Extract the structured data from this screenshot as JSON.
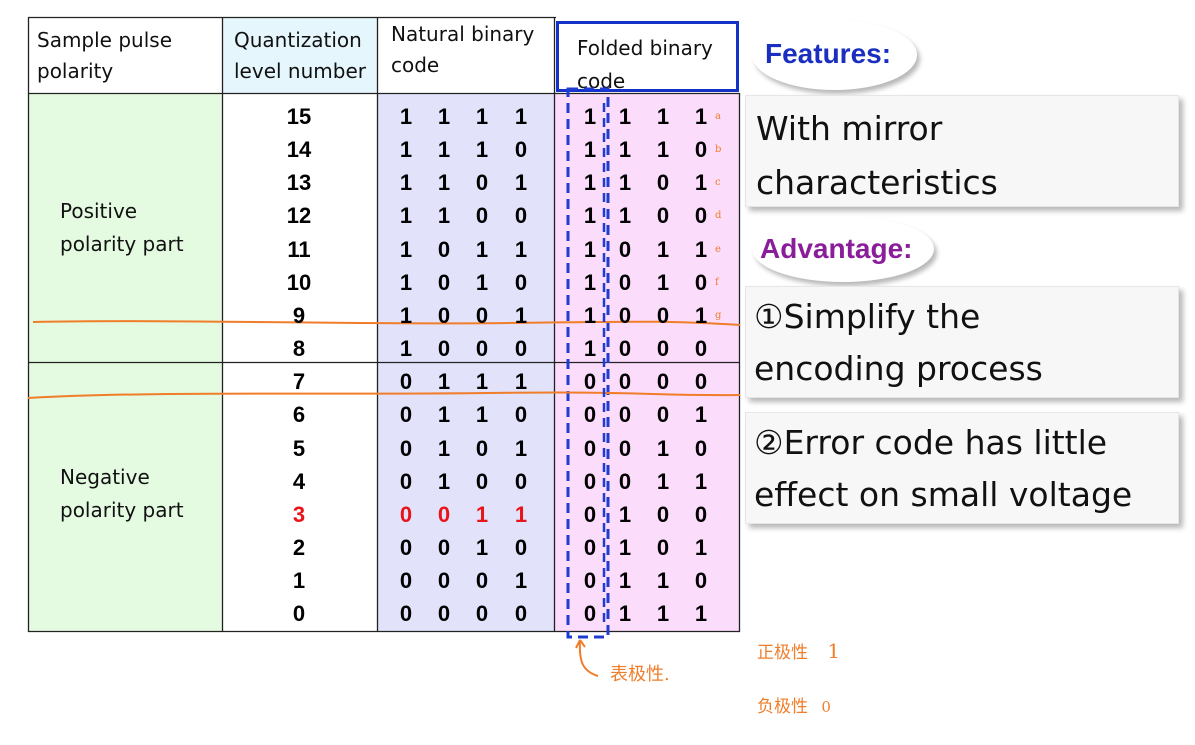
{
  "table": {
    "headers": {
      "polarity": "Sample pulse polarity",
      "level": "Quantization level number",
      "natural": "Natural binary code",
      "folded": "Folded binary code"
    },
    "positive_label": "Positive polarity part",
    "negative_label": "Negative polarity part",
    "rows": [
      {
        "level": "15",
        "natural": [
          "1",
          "1",
          "1",
          "1"
        ],
        "folded": [
          "1",
          "1",
          "1",
          "1"
        ]
      },
      {
        "level": "14",
        "natural": [
          "1",
          "1",
          "1",
          "0"
        ],
        "folded": [
          "1",
          "1",
          "1",
          "0"
        ]
      },
      {
        "level": "13",
        "natural": [
          "1",
          "1",
          "0",
          "1"
        ],
        "folded": [
          "1",
          "1",
          "0",
          "1"
        ]
      },
      {
        "level": "12",
        "natural": [
          "1",
          "1",
          "0",
          "0"
        ],
        "folded": [
          "1",
          "1",
          "0",
          "0"
        ]
      },
      {
        "level": "11",
        "natural": [
          "1",
          "0",
          "1",
          "1"
        ],
        "folded": [
          "1",
          "0",
          "1",
          "1"
        ]
      },
      {
        "level": "10",
        "natural": [
          "1",
          "0",
          "1",
          "0"
        ],
        "folded": [
          "1",
          "0",
          "1",
          "0"
        ]
      },
      {
        "level": "9",
        "natural": [
          "1",
          "0",
          "0",
          "1"
        ],
        "folded": [
          "1",
          "0",
          "0",
          "1"
        ]
      },
      {
        "level": "8",
        "natural": [
          "1",
          "0",
          "0",
          "0"
        ],
        "folded": [
          "1",
          "0",
          "0",
          "0"
        ]
      },
      {
        "level": "7",
        "natural": [
          "0",
          "1",
          "1",
          "1"
        ],
        "folded": [
          "0",
          "0",
          "0",
          "0"
        ]
      },
      {
        "level": "6",
        "natural": [
          "0",
          "1",
          "1",
          "0"
        ],
        "folded": [
          "0",
          "0",
          "0",
          "1"
        ]
      },
      {
        "level": "5",
        "natural": [
          "0",
          "1",
          "0",
          "1"
        ],
        "folded": [
          "0",
          "0",
          "1",
          "0"
        ]
      },
      {
        "level": "4",
        "natural": [
          "0",
          "1",
          "0",
          "0"
        ],
        "folded": [
          "0",
          "0",
          "1",
          "1"
        ]
      },
      {
        "level": "3",
        "natural": [
          "0",
          "0",
          "1",
          "1"
        ],
        "folded": [
          "0",
          "1",
          "0",
          "0"
        ],
        "highlight": true
      },
      {
        "level": "2",
        "natural": [
          "0",
          "0",
          "1",
          "0"
        ],
        "folded": [
          "0",
          "1",
          "0",
          "1"
        ]
      },
      {
        "level": "1",
        "natural": [
          "0",
          "0",
          "0",
          "1"
        ],
        "folded": [
          "0",
          "1",
          "1",
          "0"
        ]
      },
      {
        "level": "0",
        "natural": [
          "0",
          "0",
          "0",
          "0"
        ],
        "folded": [
          "0",
          "1",
          "1",
          "1"
        ]
      }
    ]
  },
  "features": {
    "title": "Features:",
    "text_lines": [
      "With mirror",
      "characteristics"
    ]
  },
  "advantage": {
    "title": "Advantage:",
    "item1_lines": [
      "①Simplify the",
      "encoding process"
    ],
    "item2_lines": [
      "②Error code has little",
      "effect on small voltage"
    ]
  },
  "handwritten_notes": {
    "polarity_bit": "表极性.",
    "positive": "正极性",
    "positive_value": "1",
    "negative": "负极性",
    "negative_value": "0",
    "side_marks": [
      "a",
      "b",
      "c",
      "d",
      "e",
      "f",
      "g"
    ]
  },
  "colors": {
    "level_header_bg": "#e6f6fd",
    "polarity_bg": "#e4fbe1",
    "natural_bg": "#e2e2fb",
    "folded_bg": "#fbdcfb",
    "folded_header_border": "#1431c8",
    "dash_box": "#1e3cd2",
    "features_title": "#1a2fc0",
    "advantage_title": "#8a1d99",
    "highlight_red": "#e8141a",
    "pen_orange": "#f07d2a"
  }
}
